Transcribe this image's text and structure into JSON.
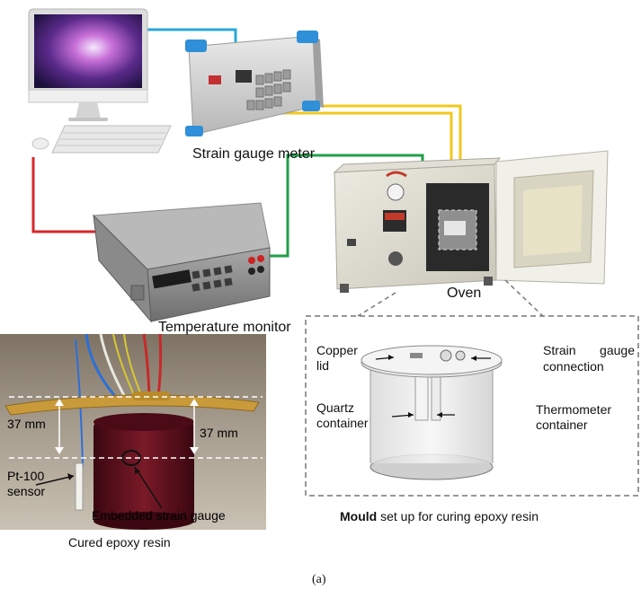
{
  "labels": {
    "strain_gauge_meter": "Strain gauge meter",
    "oven": "Oven",
    "temperature_monitor": "Temperature monitor",
    "copper_lid": "Copper lid",
    "strain_gauge_connection_line1": "Strain gauge",
    "strain_gauge_connection_line2": "connection",
    "quartz_container": "Quartz container",
    "thermometer_container": "Thermometer container",
    "mould_caption_bold": "Mould",
    "mould_caption_rest": " set up for curing epoxy resin",
    "dim_left": "37 mm",
    "dim_right": "37 mm",
    "pt100_sensor": "Pt-100 sensor",
    "embedded_strain_gauge": "Embedded strain gauge",
    "cured_epoxy_resin": "Cured epoxy resin",
    "panel_label": "(a)"
  },
  "colors": {
    "cable_blue": "#2aa8d8",
    "cable_yellow": "#f2c81e",
    "cable_green": "#21a04a",
    "cable_red": "#d8262a",
    "epoxy_resin": "#5a0f1a",
    "copper": "#c89a3a",
    "dashed_box": "#777777"
  },
  "icons": [
    "computer-illustration",
    "strain-gauge-meter-illustration",
    "oven-illustration",
    "temperature-monitor-illustration",
    "cured-epoxy-photo",
    "mould-illustration"
  ]
}
